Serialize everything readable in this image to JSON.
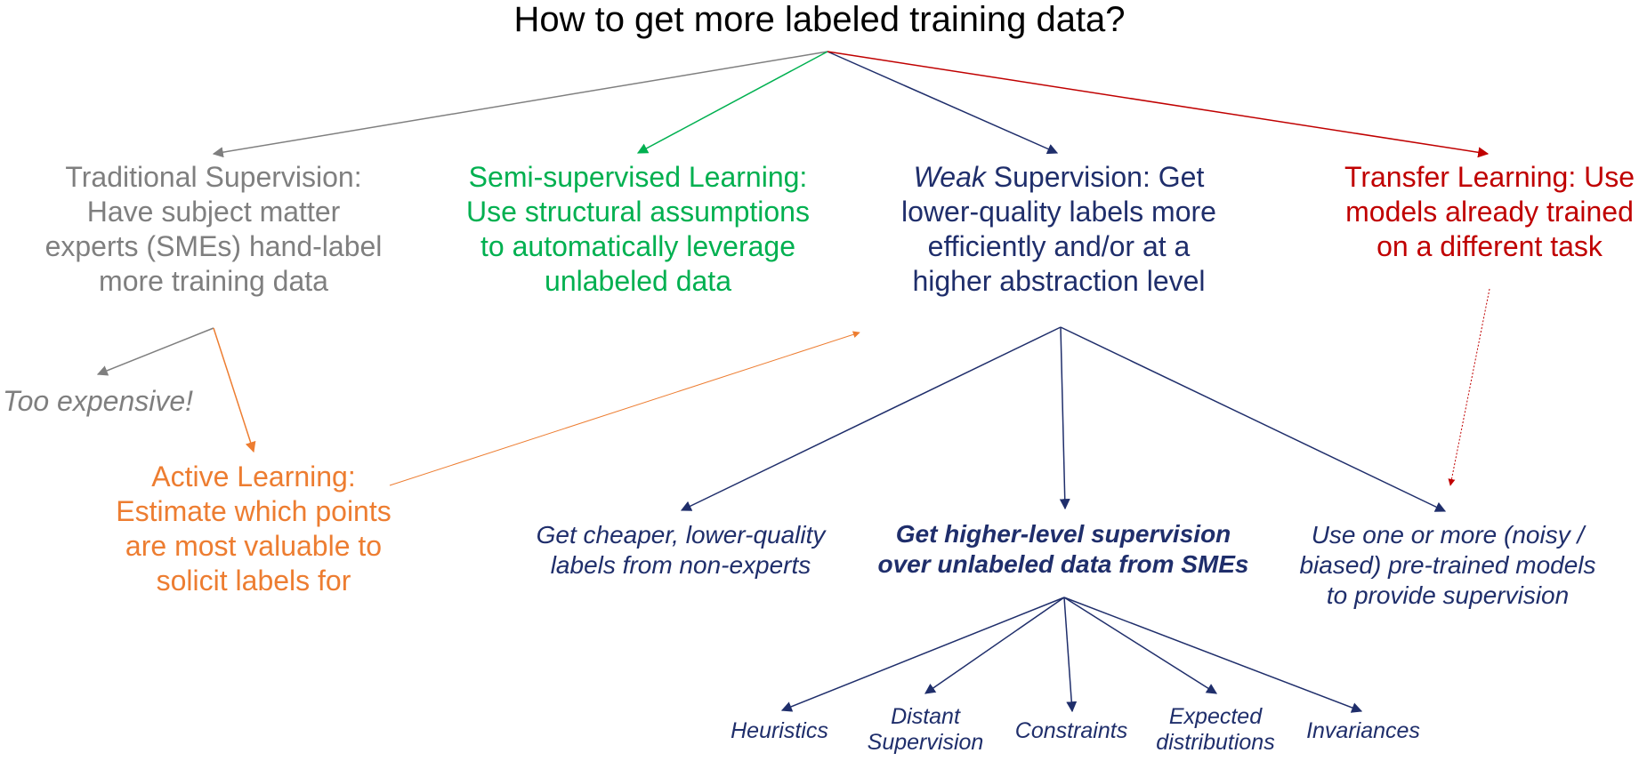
{
  "title": "How to get more labeled training data?",
  "colors": {
    "gray": "#7f7f7f",
    "green": "#00b050",
    "navy": "#1f2e6b",
    "red": "#c00000",
    "orange": "#ed7d31"
  },
  "nodes": {
    "traditional": {
      "heading": "Traditional Supervision:",
      "lines": [
        "Have subject matter",
        "experts (SMEs) hand-label",
        "more training data"
      ]
    },
    "too_expensive": "Too expensive!",
    "semi": {
      "heading": "Semi-supervised Learning:",
      "lines": [
        "Use structural assumptions",
        "to automatically leverage",
        "unlabeled data"
      ]
    },
    "weak": {
      "heading_em": "Weak",
      "heading_rest": " Supervision:",
      "heading_tail": " Get",
      "lines": [
        "lower-quality labels more",
        "efficiently and/or at a",
        "higher abstraction level"
      ]
    },
    "transfer": {
      "heading": "Transfer Learning:",
      "heading_tail": " Use",
      "lines": [
        "models already trained",
        "on a different task"
      ]
    },
    "active": {
      "heading": "Active Learning:",
      "lines": [
        "Estimate which points",
        "are most valuable to",
        "solicit labels for"
      ]
    },
    "cheaper": {
      "lines": [
        "Get cheaper, lower-quality",
        "labels from non-experts"
      ]
    },
    "higher_level": {
      "lines": [
        "Get higher-level supervision",
        "over unlabeled data from SMEs"
      ]
    },
    "pretrained": {
      "lines": [
        "Use one or more (noisy /",
        "biased) pre-trained models",
        "to provide supervision"
      ]
    },
    "leaves": {
      "heuristics": [
        "Heuristics"
      ],
      "distant": [
        "Distant",
        "Supervision"
      ],
      "constraints": [
        "Constraints"
      ],
      "expected": [
        "Expected",
        "distributions"
      ],
      "invariances": [
        "Invariances"
      ]
    }
  }
}
